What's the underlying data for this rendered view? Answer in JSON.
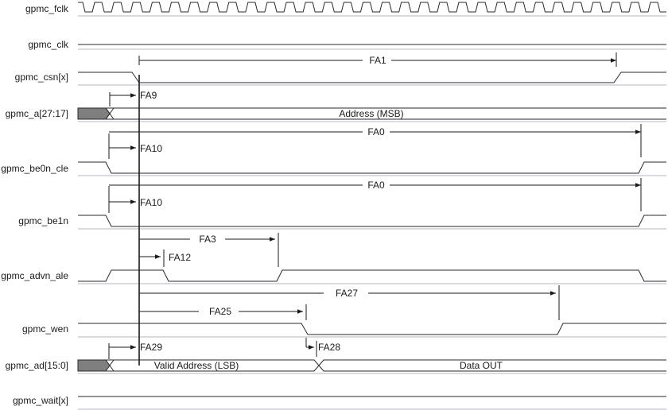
{
  "signals": [
    {
      "id": "fclk",
      "label": "gpmc_fclk"
    },
    {
      "id": "clk",
      "label": "gpmc_clk"
    },
    {
      "id": "csn",
      "label": "gpmc_csn[x]"
    },
    {
      "id": "a",
      "label": "gpmc_a[27:17]"
    },
    {
      "id": "be0n",
      "label": "gpmc_be0n_cle"
    },
    {
      "id": "be1n",
      "label": "gpmc_be1n"
    },
    {
      "id": "advn",
      "label": "gpmc_advn_ale"
    },
    {
      "id": "wen",
      "label": "gpmc_wen"
    },
    {
      "id": "ad",
      "label": "gpmc_ad[15:0]"
    },
    {
      "id": "wait",
      "label": "gpmc_wait[x]"
    }
  ],
  "bus_text": {
    "address_msb": "Address (MSB)",
    "valid_address_lsb": "Valid Address (LSB)",
    "data_out": "Data OUT"
  },
  "timing": {
    "fa1": "FA1",
    "fa9": "FA9",
    "fa0_be0n": "FA0",
    "fa10_be0n": "FA10",
    "fa0_be1n": "FA0",
    "fa10_be1n": "FA10",
    "fa3": "FA3",
    "fa12": "FA12",
    "fa27": "FA27",
    "fa25": "FA25",
    "fa28": "FA28",
    "fa29": "FA29"
  },
  "colors": {
    "signal": "#2a2a2a",
    "reference_line": "#b0b4c8",
    "invalid_fill": "#7f7f7f"
  }
}
